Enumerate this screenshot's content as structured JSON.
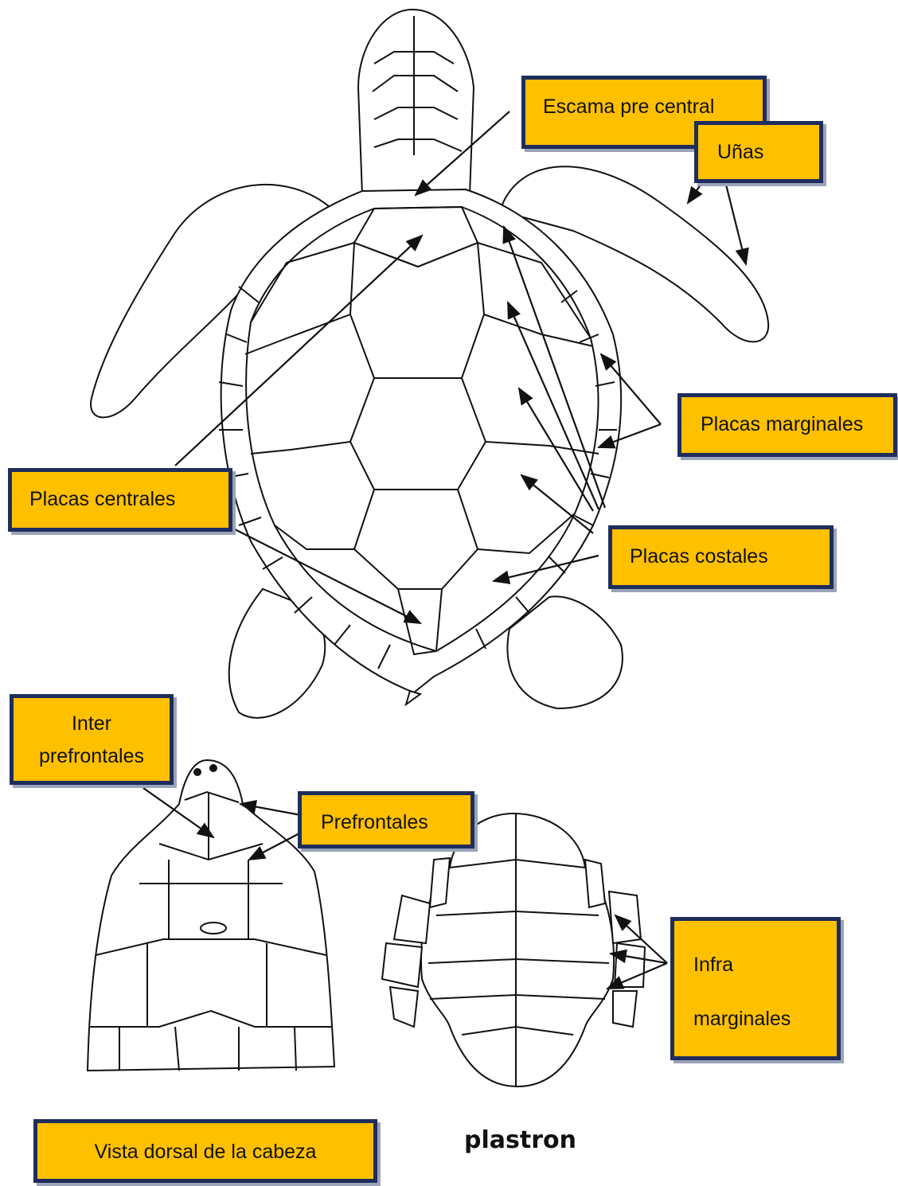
{
  "labels": {
    "escama_pre_central": "Escama pre central",
    "unas": "Uñas",
    "placas_marginales": "Placas marginales",
    "placas_centrales": "Placas centrales",
    "placas_costales": "Placas costales",
    "inter_prefrontales_line1": "Inter",
    "inter_prefrontales_line2": "prefrontales",
    "prefrontales": "Prefrontales",
    "infra_marginales_line1": "Infra",
    "infra_marginales_line2": "marginales",
    "vista_dorsal": "Vista dorsal de la cabeza",
    "plastron": "plastron"
  },
  "colors": {
    "label_fill": "#ffc000",
    "label_border": "#1f2d5c",
    "ink": "#111111"
  }
}
